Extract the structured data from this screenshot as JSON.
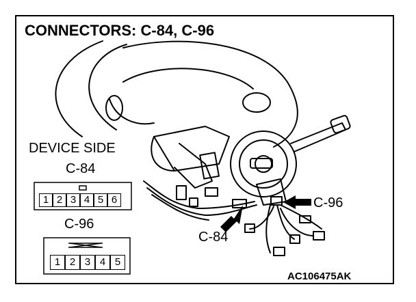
{
  "title": "CONNECTORS: C-84, C-96",
  "device_side_label": "DEVICE SIDE",
  "connectors": {
    "c84": {
      "label": "C-84",
      "pins": [
        "1",
        "2",
        "3",
        "4",
        "5",
        "6"
      ]
    },
    "c96": {
      "label": "C-96",
      "pins": [
        "1",
        "2",
        "3",
        "4",
        "5"
      ]
    }
  },
  "callouts": {
    "c96": "C-96",
    "c84": "C-84"
  },
  "figure_code": "AC106475AK"
}
